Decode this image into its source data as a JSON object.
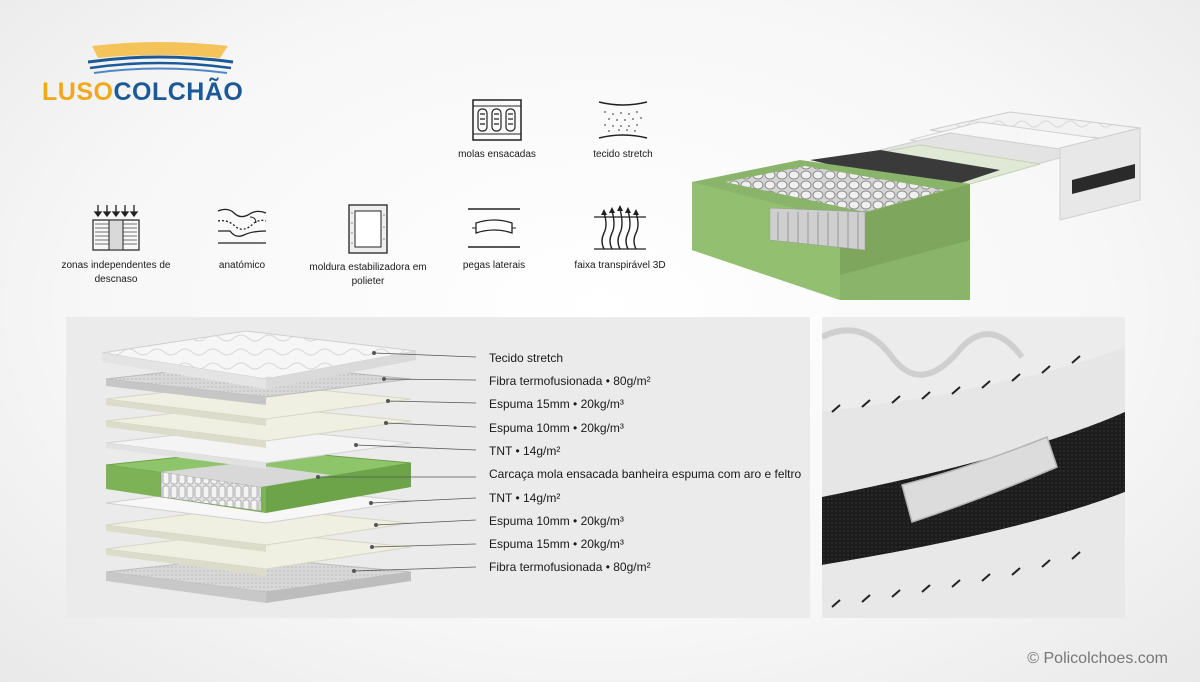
{
  "brand": {
    "part1": "LUSO",
    "part2": "COLCHÃO"
  },
  "colors": {
    "brand_orange": "#f0a81c",
    "brand_blue": "#1b5a97",
    "foam_green": "#8fc56a"
  },
  "features": [
    {
      "icon": "pocket-springs-icon",
      "label": "molas ensacadas"
    },
    {
      "icon": "stretch-fabric-icon",
      "label": "tecido stretch"
    },
    {
      "icon": "independent-zones-icon",
      "label": "zonas independentes de descnaso"
    },
    {
      "icon": "anatomic-icon",
      "label": "anatómico"
    },
    {
      "icon": "stabilizing-frame-icon",
      "label": "moldura estabilizadora em polieter"
    },
    {
      "icon": "side-handles-icon",
      "label": "pegas laterais"
    },
    {
      "icon": "breathable-3d-icon",
      "label": "faixa transpirável 3D"
    }
  ],
  "layers": [
    "Tecido stretch",
    "Fibra termofusionada • 80g/m²",
    "Espuma 15mm • 20kg/m³",
    "Espuma 10mm • 20kg/m³",
    "TNT • 14g/m²",
    "Carcaça mola ensacada banheira espuma com aro e feltro",
    "TNT • 14g/m²",
    "Espuma 10mm • 20kg/m³",
    "Espuma 15mm • 20kg/m³",
    "Fibra termofusionada • 80g/m²"
  ],
  "credit": "© Policolchoes.com"
}
